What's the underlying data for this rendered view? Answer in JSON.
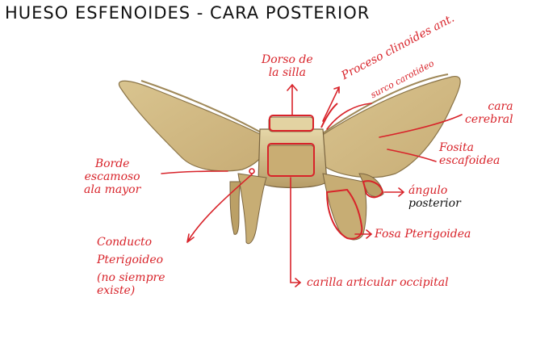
{
  "title": "HUESO ESFENOIDES - CARA POSTERIOR",
  "labels": {
    "dorso": [
      "Dorso de",
      "la silla"
    ],
    "clinoides": "Proceso clinoides ant.",
    "surco": "surco carotideo",
    "cara": [
      "cara",
      "cerebral"
    ],
    "fosita": [
      "Fosita",
      "escafoidea"
    ],
    "borde": [
      "Borde",
      "escamoso",
      "ala mayor"
    ],
    "angulo": [
      "ángulo",
      "posterior"
    ],
    "fosa": "Fosa Pterigoidea",
    "conducto": [
      "Conducto",
      "Pterigoideo",
      "(no siempre",
      "existe)"
    ],
    "carilla": "carilla articular occipital"
  },
  "colors": {
    "annotation": "#d8232a",
    "bone": "#d9c48f",
    "title": "#111111"
  }
}
